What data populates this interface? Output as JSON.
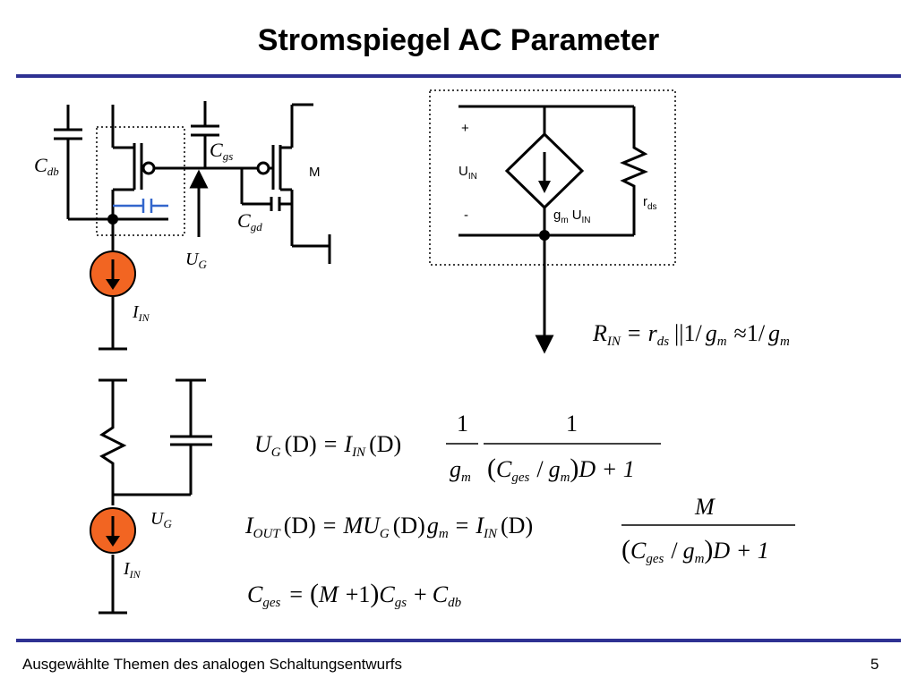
{
  "slide": {
    "title": "Stromspiegel AC Parameter",
    "footer": "Ausgewählte Themen des analogen Schaltungsentwurfs",
    "page_number": "5"
  },
  "colors": {
    "rule": "#2e3192",
    "source": "#f26522",
    "cap_highlight": "#3366cc"
  },
  "circuit1": {
    "cdb": {
      "main": "C",
      "sub": "db"
    },
    "cgs": {
      "main": "C",
      "sub": "gs"
    },
    "cgd": {
      "main": "C",
      "sub": "gd"
    },
    "ug": {
      "main": "U",
      "sub": "G"
    },
    "iin": {
      "main": "I",
      "sub": "IN"
    },
    "m": "M"
  },
  "small_signal": {
    "plus": "+",
    "minus": "-",
    "uin": {
      "main": "U",
      "sub": "IN"
    },
    "gm": {
      "main": "g",
      "sub": "m"
    },
    "uin2": {
      "main": "U",
      "sub": "IN"
    },
    "rds": {
      "main": "r",
      "sub": "ds"
    }
  },
  "circuit2": {
    "ug": {
      "main": "U",
      "sub": "G"
    },
    "iin": {
      "main": "I",
      "sub": "IN"
    }
  },
  "equations": {
    "rin": {
      "R": "R",
      "R_sub": "IN",
      "eq": "=",
      "r": "r",
      "r_sub": "ds",
      "par": "||",
      "one1": "1/",
      "g1": "g",
      "g1_sub": "m",
      "approx": "≈",
      "one2": "1/",
      "g2": "g",
      "g2_sub": "m"
    },
    "ug_eq": {
      "U": "U",
      "U_sub": "G",
      "arg1": "(D)",
      "eq": "=",
      "I": "I",
      "I_sub": "IN",
      "arg2": "(D)",
      "num1": "1",
      "g": "g",
      "g_sub": "m",
      "num2": "1",
      "lp": "(",
      "C": "C",
      "C_sub": "ges",
      "slash": "/",
      "g2": "g",
      "g2_sub": "m",
      "rp": ")",
      "tail": "D + 1"
    },
    "iout_eq": {
      "I": "I",
      "I_sub": "OUT",
      "arg1": "(D)",
      "eq1": "=",
      "MU": "MU",
      "MU_sub": "G",
      "arg2": "(D)",
      "g": "g",
      "g_sub": "m",
      "eq2": "=",
      "I2": "I",
      "I2_sub": "IN",
      "arg3": "(D)",
      "num": "M",
      "lp": "(",
      "C": "C",
      "C_sub": "ges",
      "slash": "/",
      "g2": "g",
      "g2_sub": "m",
      "rp": ")",
      "tail": "D + 1"
    },
    "cges_eq": {
      "C": "C",
      "C_sub": "ges",
      "eq": "=",
      "lp": "(",
      "M": "M",
      "plus1": "+",
      "one": "1",
      "rp": ")",
      "C2": "C",
      "C2_sub": "gs",
      "plus2": "+",
      "C3": "C",
      "C3_sub": "db"
    }
  }
}
